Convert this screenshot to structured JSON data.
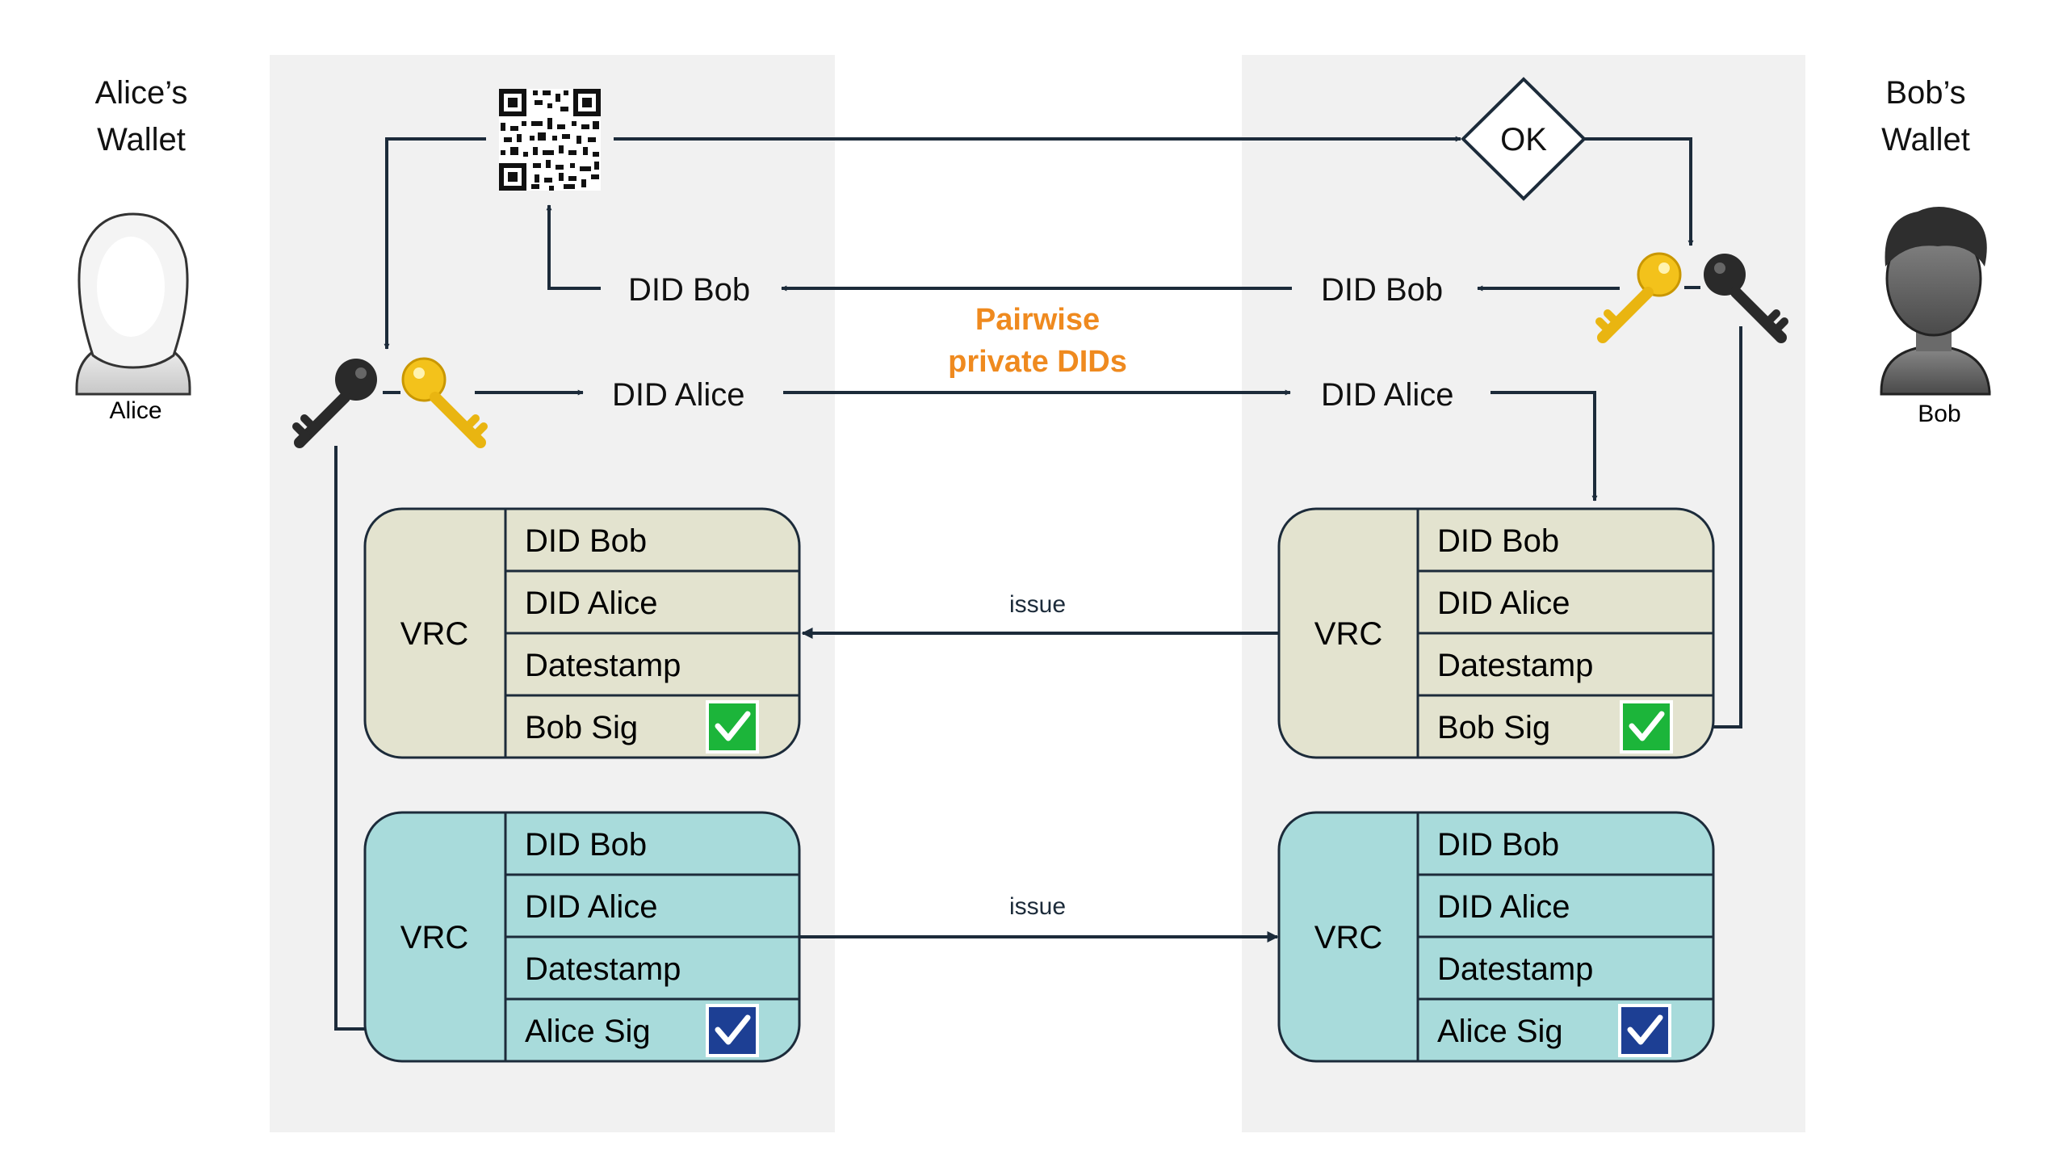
{
  "wallets": {
    "alice": {
      "title_line1": "Alice’s",
      "title_line2": "Wallet",
      "avatar_label": "Alice"
    },
    "bob": {
      "title_line1": "Bob’s",
      "title_line2": "Wallet",
      "avatar_label": "Bob"
    }
  },
  "flow": {
    "ok_label": "OK",
    "did_bob": "DID Bob",
    "did_alice": "DID Alice",
    "pairwise_line1": "Pairwise",
    "pairwise_line2": "private DIDs",
    "issue_label": "issue"
  },
  "vrc": {
    "label": "VRC",
    "row_did_bob": "DID Bob",
    "row_did_alice": "DID Alice",
    "row_datestamp": "Datestamp",
    "row_bob_sig": "Bob Sig",
    "row_alice_sig": "Alice Sig"
  },
  "colors": {
    "panel_bg": "#f1f1f1",
    "line": "#1c2b3a",
    "vrc_bob_fill": "#e3e3cf",
    "vrc_alice_fill": "#a8dbdb",
    "check_green": "#1cb53a",
    "check_blue": "#1d3f94",
    "pairwise_orange": "#ef8a1f",
    "key_black": "#2a2a2a",
    "key_gold": "#f3c21b"
  },
  "icons": {
    "qr": "qr-code-icon",
    "keys": "key-pair-icon",
    "avatar_alice": "female-avatar-icon",
    "avatar_bob": "male-avatar-icon",
    "check": "checkbox-checked-icon"
  }
}
